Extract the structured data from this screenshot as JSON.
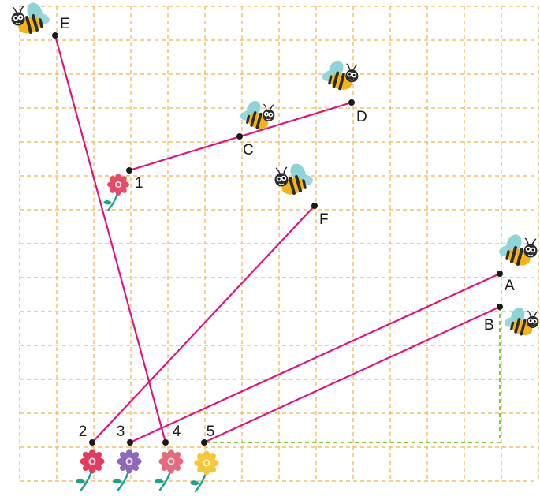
{
  "colors": {
    "grid": "#f0b54a",
    "line": "#e0127f",
    "guide": "#8cc63f",
    "dot": "#1a1a1a",
    "bee_body": "#f6b318",
    "bee_stripe": "#2b2b2b",
    "bee_wing": "#8fd3d6",
    "stem": "#1aa28e"
  },
  "points": [
    {
      "label": "E"
    },
    {
      "label": "D"
    },
    {
      "label": "C"
    },
    {
      "label": "1"
    },
    {
      "label": "F"
    },
    {
      "label": "A"
    },
    {
      "label": "B"
    },
    {
      "label": "2"
    },
    {
      "label": "3"
    },
    {
      "label": "4"
    },
    {
      "label": "5"
    }
  ],
  "connections": [
    {
      "from": "E",
      "to": "4"
    },
    {
      "from": "D",
      "to": "1"
    },
    {
      "from": "F",
      "to": "2"
    },
    {
      "from": "A",
      "to": "3"
    },
    {
      "from": "B",
      "to": "5"
    }
  ],
  "flowers": [
    {
      "number": "1",
      "color": "#e84a6b"
    },
    {
      "number": "2",
      "color": "#e23b5e"
    },
    {
      "number": "3",
      "color": "#8d69b8"
    },
    {
      "number": "4",
      "color": "#e36b7c"
    },
    {
      "number": "5",
      "color": "#f7c83b"
    }
  ],
  "bees": [
    {
      "name": "bee-e"
    },
    {
      "name": "bee-d"
    },
    {
      "name": "bee-c"
    },
    {
      "name": "bee-f"
    },
    {
      "name": "bee-a"
    },
    {
      "name": "bee-b"
    }
  ]
}
